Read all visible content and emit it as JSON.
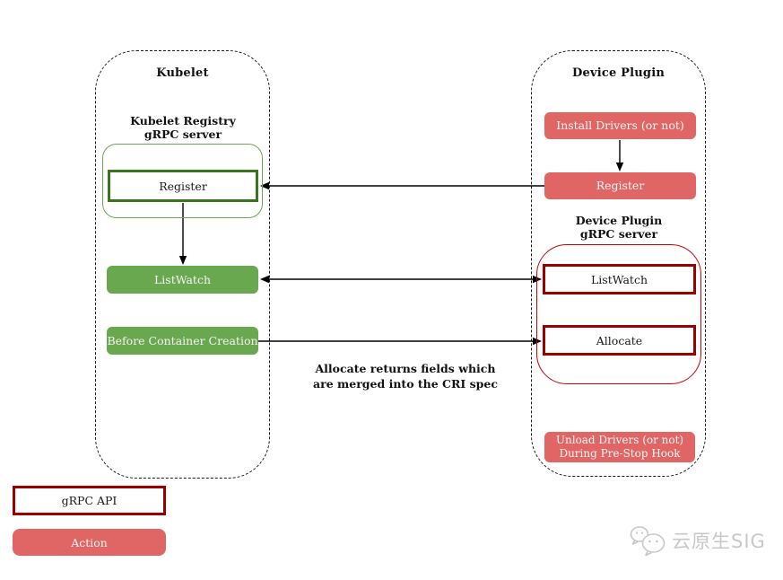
{
  "kubelet": {
    "title": "Kubelet",
    "registry_server_label": "Kubelet Registry\ngRPC server",
    "register_label": "Register",
    "listwatch_label": "ListWatch",
    "before_container_creation_label": "Before Container Creation"
  },
  "device_plugin": {
    "title": "Device Plugin",
    "install_drivers_label": "Install Drivers (or not)",
    "register_label": "Register",
    "grpc_server_label": "Device Plugin\ngRPC server",
    "listwatch_label": "ListWatch",
    "allocate_label": "Allocate",
    "unload_drivers_label": "Unload Drivers (or not)\nDuring Pre-Stop Hook"
  },
  "annotation": "Allocate returns fields which\nare merged into the CRI spec",
  "legend": {
    "grpc_api_label": "gRPC API",
    "action_label": "Action"
  },
  "watermark": {
    "text": "云原生SIG",
    "logo": "wechat-bubbles-icon"
  },
  "colors": {
    "action_fill": "#e06666",
    "action_text": "#f5f5f5",
    "kubelet_fill": "#6aa84f",
    "kubelet_border_dark": "#38761d",
    "grpc_api_border": "#990000",
    "device_plugin_outline": "#cc0000",
    "container_dash": "#1c1c1c",
    "watermark_gray": "#c8c8c8"
  }
}
